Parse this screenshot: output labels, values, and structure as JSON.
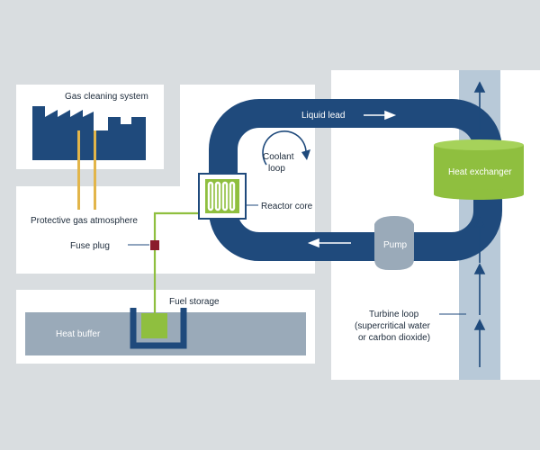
{
  "labels": {
    "gas_cleaning": "Gas cleaning system",
    "protective_gas": "Protective gas atmosphere",
    "fuse_plug": "Fuse plug",
    "fuel_storage": "Fuel storage",
    "heat_buffer": "Heat buffer",
    "reactor_core": "Reactor core",
    "coolant_loop_line1": "Coolant",
    "coolant_loop_line2": "loop",
    "liquid_lead": "Liquid lead",
    "pump": "Pump",
    "heat_exchanger": "Heat exchanger",
    "turbine_line1": "Turbine loop",
    "turbine_line2": "(supercritical water",
    "turbine_line3": "or carbon dioxide)"
  },
  "colors": {
    "background": "#d9dde0",
    "panel": "#ffffff",
    "navy": "#1f4a7c",
    "green": "#8fbf3f",
    "gold": "#e2b54a",
    "slate": "#9aaab9",
    "turbine_stream": "#b8c9d8",
    "fuse": "#8b1c2c",
    "text": "#1c2a3a"
  },
  "icons": {
    "factory": "factory-icon",
    "pump": "pump-icon",
    "reactor": "reactor-core-icon",
    "flow_arrow": "arrow-icon",
    "loop_arrow": "circular-arrow-icon"
  }
}
